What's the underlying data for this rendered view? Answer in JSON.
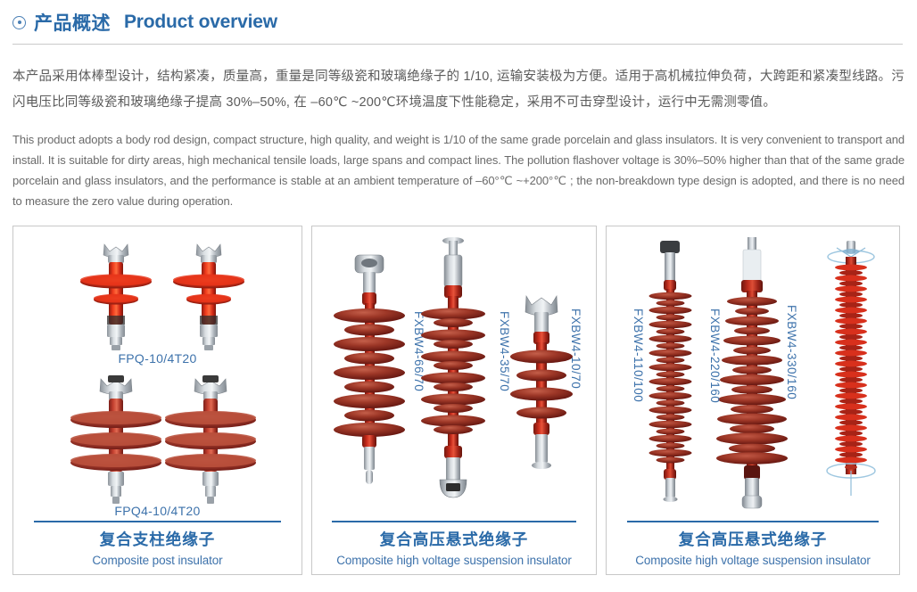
{
  "header": {
    "icon": "circle-dot-icon",
    "title_cn": "产品概述",
    "title_en": "Product overview",
    "accent_color": "#2a6aa8"
  },
  "overview": {
    "paragraph_cn": "本产品采用体棒型设计，结构紧凑，质量高，重量是同等级瓷和玻璃绝缘子的 1/10, 运输安装极为方便。适用于高机械拉伸负荷，大跨距和紧凑型线路。污闪电压比同等级瓷和玻璃绝缘子提高 30%–50%, 在 –60℃ ~200℃环境温度下性能稳定，采用不可击穿型设计，运行中无需测零值。",
    "paragraph_en": "This product adopts a body rod design, compact structure, high quality, and weight is 1/10 of the same grade porcelain and glass insulators. It is very convenient to transport and install. It is suitable for dirty areas, high mechanical tensile loads, large spans and compact lines. The pollution flashover voltage is 30%–50% higher than that of the same grade porcelain and glass insulators, and the performance is stable at an ambient temperature of –60°℃ ~+200°℃ ; the non-breakdown type design is adopted, and there is no need to measure the zero value during operation."
  },
  "cards": [
    {
      "id": "composite-post-insulator",
      "title_cn": "复合支柱绝缘子",
      "title_en": "Composite post insulator",
      "captions": [
        {
          "text": "FPQ-10/4T20",
          "orientation": "horizontal"
        },
        {
          "text": "FPQ4-10/4T20",
          "orientation": "horizontal"
        }
      ]
    },
    {
      "id": "composite-hv-suspension-insulator-a",
      "title_cn": "复合高压悬式绝缘子",
      "title_en": "Composite high voltage suspension insulator",
      "captions": [
        {
          "text": "FXBW4-66/70",
          "orientation": "vertical"
        },
        {
          "text": "FXBW4-35/70",
          "orientation": "vertical"
        },
        {
          "text": "FXBW4-10/70",
          "orientation": "vertical"
        }
      ]
    },
    {
      "id": "composite-hv-suspension-insulator-b",
      "title_cn": "复合高压悬式绝缘子",
      "title_en": "Composite high voltage suspension insulator",
      "captions": [
        {
          "text": "FXBW4-110/100",
          "orientation": "vertical"
        },
        {
          "text": "FXBW4-220/160",
          "orientation": "vertical"
        },
        {
          "text": "FXBW4-330/160",
          "orientation": "vertical"
        }
      ]
    }
  ],
  "colors": {
    "silicone_red": "#d42a18",
    "silicone_dark_red": "#96342a",
    "metal_gray": "#b6bcc2",
    "caption_blue": "#3d72ab",
    "rule_gray": "#c9c9c9"
  }
}
